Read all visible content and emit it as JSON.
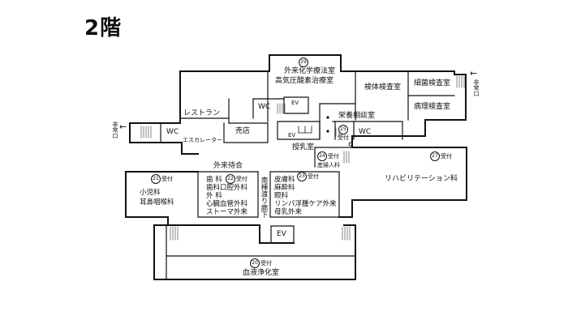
{
  "title": "2階",
  "colors": {
    "line": "#111111",
    "stairs": "#666666",
    "background": "#ffffff"
  },
  "icons": {
    "exit_arrow": "left-arrow-icon",
    "stairs": "stairs-icon",
    "circled_number": "circled-number"
  },
  "rooms": {
    "outpatient_chemo": {
      "num": "29",
      "lines": [
        "外来化学療法室",
        "高気圧酸素治療室"
      ]
    },
    "specimen_lab": "検体検査室",
    "bacteria_lab": "細菌検査室",
    "pathology_lab": "病理検査室",
    "restaurant": "レストラン",
    "wc_upper": "WC",
    "ev_upper": "EV",
    "nutrition": "栄養相談室",
    "reception_25": {
      "num": "25",
      "label": "受付"
    },
    "wc_right": "WC",
    "exit_left": "非常口",
    "exit_right": "非常口",
    "wc_left": "WC",
    "shop": "売店",
    "ev_mid": "EV",
    "escalator": "エスカレーター",
    "nursing": "授乳室",
    "obgyn": {
      "num": "24",
      "label": "受付",
      "name": "産婦人科"
    },
    "rehab": {
      "num": "27",
      "label": "受付",
      "name": "リハビリテーション科"
    },
    "waiting": "外来待合",
    "pediatrics": {
      "num": "21",
      "label": "受付",
      "lines": [
        "小児科",
        "耳鼻咽喉科"
      ]
    },
    "dental": {
      "num": "22",
      "label": "受付",
      "lines": [
        "歯 科",
        "歯科口腔外科",
        "外 科",
        "心臓血管外科",
        "ストーマ外来"
      ]
    },
    "corridor": "南棟渡り廊下",
    "dermatology": {
      "num": "23",
      "label": "受付",
      "lines": [
        "皮膚科",
        "麻酔科",
        "眼科",
        "リンパ浮腫ケア外来",
        "母乳外来"
      ]
    },
    "ev_lower": "EV",
    "dialysis": {
      "num": "20",
      "label": "受付",
      "name": "血液浄化室"
    }
  }
}
